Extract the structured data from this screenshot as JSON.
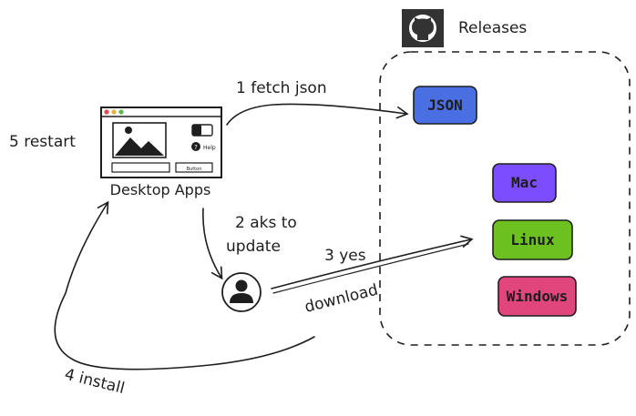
{
  "title": "Releases",
  "nodes": {
    "json": {
      "label": "JSON",
      "color": "#4a6fe3"
    },
    "mac": {
      "label": "Mac",
      "color": "#7c4dff"
    },
    "linux": {
      "label": "Linux",
      "color": "#6cc01f"
    },
    "windows": {
      "label": "Windows",
      "color": "#e0457b"
    }
  },
  "app": {
    "label": "Desktop Apps",
    "help_text": "Help",
    "button_text": "Button"
  },
  "edges": {
    "fetch": "1 fetch json",
    "ask": "2 aks to",
    "ask2": "update",
    "yes": "3 yes",
    "download": "download",
    "install": "4 install",
    "restart": "5 restart"
  },
  "icons": {
    "github": "github-icon",
    "user": "user-icon"
  }
}
